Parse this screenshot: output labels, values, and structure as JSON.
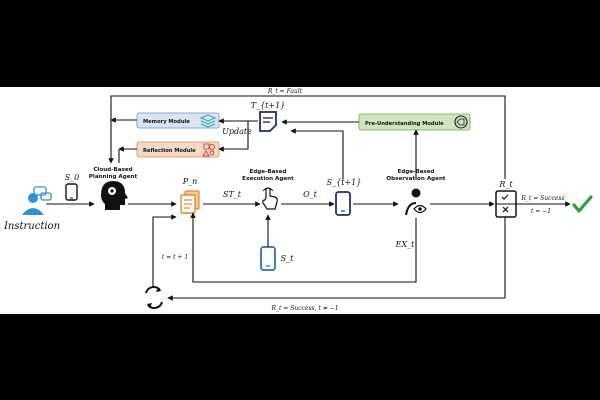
{
  "nodes": {
    "instruction": "Instruction",
    "s0": "S_0",
    "planning_agent": [
      "Cloud-Based",
      "Planning Agent"
    ],
    "pn": "P_n",
    "execution_agent": [
      "Edge-Based",
      "Execution Agent"
    ],
    "st": "ST_t",
    "ot": "O_t",
    "st1": "S_{t+1}",
    "observation_agent": [
      "Edge-Based",
      "Observation Agent"
    ],
    "rt": "R_t",
    "tt1": "T_{t+1}",
    "update": "Update",
    "memory_module": "Memory Module",
    "reflection_module": "Reflection Module",
    "pre_module": "Pre-Understanding Module",
    "st_device": "S_t",
    "ext": "EX_t",
    "t_inc": "t = t + 1",
    "fault": "R_t = Fault",
    "success_top": "R_t = Success",
    "success_bottom": "t = −1",
    "loop_bottom": "R_t = Success, t ≠ −1"
  },
  "colors": {
    "memory_fill": "#dbe4f2",
    "memory_stroke": "#6f8fc4",
    "reflection_fill": "#f6d9c6",
    "reflection_stroke": "#e08a57",
    "pre_fill": "#cfe5bf",
    "pre_stroke": "#6ea64f",
    "navy": "#1b2f6b",
    "blue": "#2f6fb8",
    "orange": "#e8872b",
    "green_check": "#2f9e3b"
  }
}
